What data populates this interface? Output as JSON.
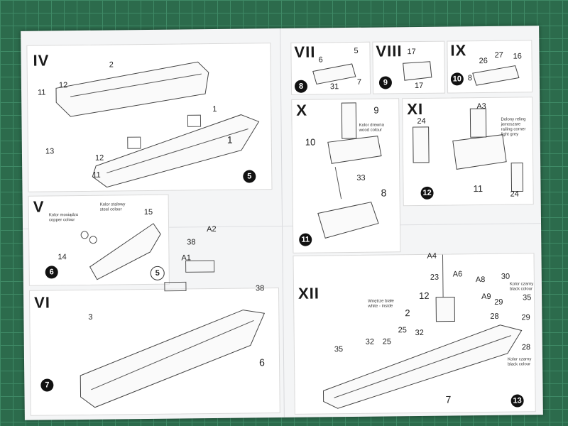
{
  "steps": {
    "iv": {
      "title": "IV",
      "parts": [
        "2",
        "1",
        "11",
        "12",
        "13",
        "12",
        "11",
        "1"
      ],
      "circle": "5"
    },
    "v": {
      "title": "V",
      "parts": [
        "15",
        "14"
      ],
      "notes": {
        "copper": "Kolor mosiądzu\ncopper colour",
        "steel": "Kolor stalowy\nsteel colour"
      },
      "circle": "6",
      "ocircle": "5"
    },
    "vi": {
      "title": "VI",
      "parts": [
        "3",
        "A2",
        "38",
        "A1",
        "38",
        "6"
      ],
      "circle": "7"
    },
    "vii": {
      "title": "VII",
      "parts": [
        "6",
        "5",
        "31",
        "7"
      ],
      "circle": "8"
    },
    "viii": {
      "title": "VIII",
      "parts": [
        "17",
        "17"
      ],
      "circle": "9"
    },
    "ix": {
      "title": "IX",
      "parts": [
        "26",
        "27",
        "16",
        "8"
      ],
      "circle": "10"
    },
    "x": {
      "title": "X",
      "parts": [
        "9",
        "10",
        "33",
        "8"
      ],
      "note": "Kolor drewna\nwood colour",
      "circle": "11"
    },
    "xi": {
      "title": "XI",
      "parts": [
        "A3",
        "24",
        "24",
        "11"
      ],
      "note": "Dolony reling\njemoszare\nrailing corner\nlight grey",
      "circle": "12"
    },
    "xii": {
      "title": "XII",
      "parts": [
        "A4",
        "A6",
        "A8",
        "23",
        "30",
        "12",
        "A9",
        "29",
        "35",
        "2",
        "28",
        "32",
        "25",
        "25",
        "32",
        "29",
        "28",
        "35",
        "7"
      ],
      "notes": {
        "white": "Wnętrze białe\nwhite - inside",
        "black1": "Kolor czarny\nblack colour",
        "black2": "Kolor czarny\nblack colour"
      },
      "circle": "13"
    }
  }
}
